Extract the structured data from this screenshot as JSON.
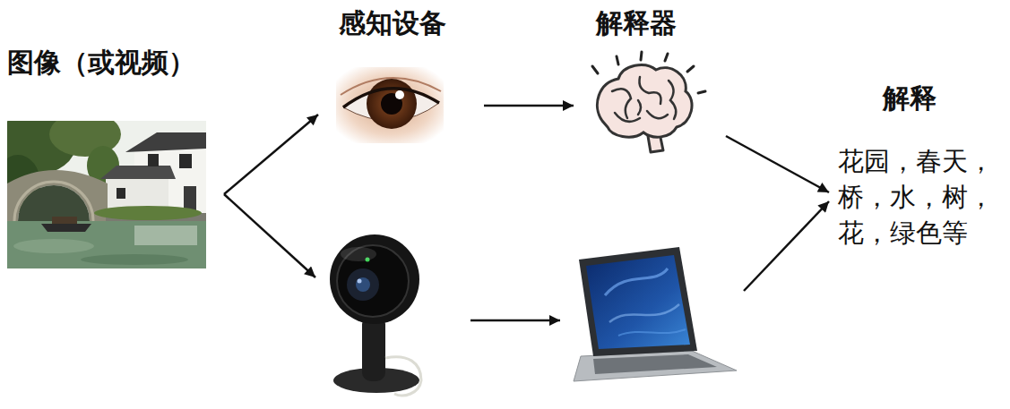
{
  "diagram": {
    "nodes": [
      {
        "text": [
          "图像（或视频）"
        ]
      },
      {
        "text": [
          "感知设备"
        ]
      },
      {
        "text": [
          "解释器"
        ]
      },
      {
        "text": [
          "解释",
          "花园，春天， 桥，水，树， 花，绿色等"
        ]
      },
      {
        "text": []
      },
      {
        "text": []
      }
    ],
    "edges": [
      {
        "from": 0,
        "to": 1,
        "arrow": "to"
      },
      {
        "from": 0,
        "to": 4,
        "arrow": "to"
      },
      {
        "from": 1,
        "to": 2,
        "arrow": "to"
      },
      {
        "from": 4,
        "to": 5,
        "arrow": "to"
      },
      {
        "from": 2,
        "to": 3,
        "arrow": "to"
      },
      {
        "from": 5,
        "to": 3,
        "arrow": "to"
      }
    ]
  }
}
